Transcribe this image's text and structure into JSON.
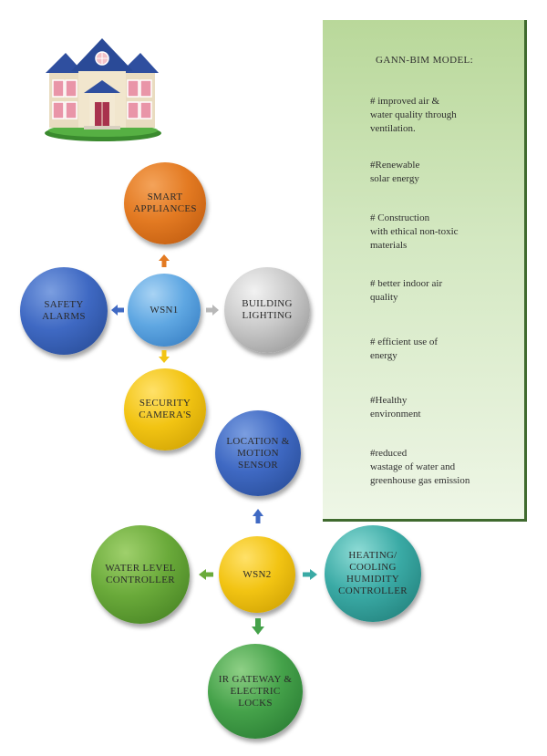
{
  "wsn1": {
    "center": "WSN1",
    "up": "SMART\nAPPLIANCES",
    "left": "SAFETY\nALARMS",
    "right": "BUILDING\nLIGHTING",
    "down": "SECURITY\nCAMERA'S"
  },
  "wsn2": {
    "center": "WSN2",
    "up": "LOCATION &\nMOTION\nSENSOR",
    "left": "WATER LEVEL\nCONTROLLER",
    "right": "HEATING/\nCOOLING\nHUMIDITY\nCONTROLLER",
    "down": "IR GATEWAY &\nELECTRIC\nLOCKS"
  },
  "panel": {
    "title": "GANN-BIM MODEL:",
    "items": [
      "# improved air &\nwater quality through\nventilation.",
      "#Renewable\nsolar energy",
      "# Construction\nwith ethical non-toxic\nmaterials",
      "# better indoor air\nquality",
      "# efficient use of\nenergy",
      "#Healthy\nenvironment",
      "#reduced\nwastage of water and\ngreenhouse gas emission"
    ]
  },
  "colors": {
    "orange": "#e37a22",
    "blue": "#3f69c3",
    "light_blue": "#5fa7e2",
    "gray": "#c9c9c9",
    "yellow": "#f2c413",
    "green": "#6aaa3a",
    "dark_green": "#45a24a",
    "teal": "#3aaaa5"
  },
  "icons": {
    "house": "house-icon"
  }
}
